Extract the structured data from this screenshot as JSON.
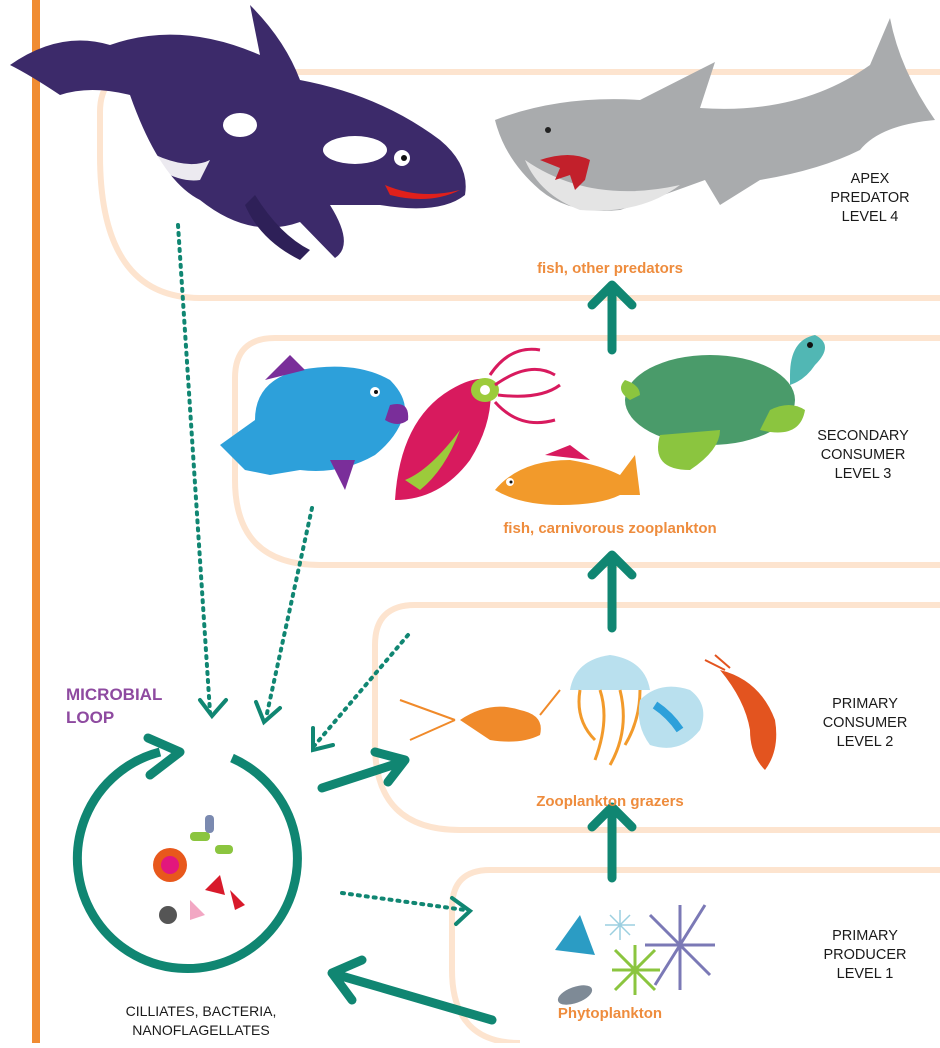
{
  "levels": [
    {
      "line1": "APEX",
      "line2": "PREDATOR",
      "line3": "LEVEL 4",
      "group": "fish, other predators"
    },
    {
      "line1": "SECONDARY",
      "line2": "CONSUMER",
      "line3": "LEVEL 3",
      "group": "fish, carnivorous zooplankton"
    },
    {
      "line1": "PRIMARY",
      "line2": "CONSUMER",
      "line3": "LEVEL 2",
      "group": "Zooplankton grazers"
    },
    {
      "line1": "PRIMARY",
      "line2": "PRODUCER",
      "line3": "LEVEL 1",
      "group": "Phytoplankton"
    }
  ],
  "microbial_loop": {
    "title_line1": "MICROBIAL",
    "title_line2": "LOOP",
    "caption_line1": "CILLIATES, BACTERIA,",
    "caption_line2": "NANOFLAGELLATES"
  },
  "colors": {
    "arrow_teal": "#108672",
    "panel_border": "#fde4cf",
    "label_orange": "#ee8c3d",
    "loop_purple": "#8e4aa0",
    "left_bar": "#f08c32"
  },
  "icons": [
    "orca-icon",
    "shark-icon",
    "fish-icon",
    "squid-icon",
    "turtle-icon",
    "zooplankton-icon",
    "jellyfish-icon",
    "shrimp-icon",
    "phytoplankton-icon",
    "microbe-icon"
  ]
}
